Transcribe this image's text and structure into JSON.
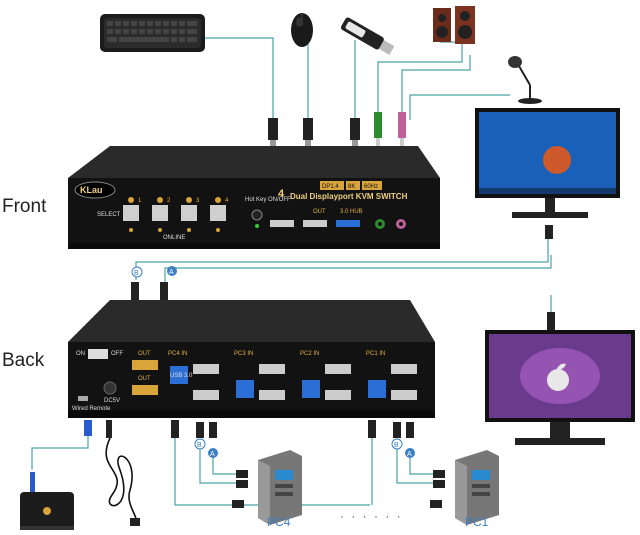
{
  "labels": {
    "front": "Front",
    "back": "Back",
    "pc_left": "PC4",
    "pc_right": "PC1",
    "dots": "· · · · · ·"
  },
  "front_panel": {
    "logo": "KLau",
    "model_tag_1": "DP1.4",
    "model_tag_2": "8K",
    "model_tag_3": "60Hz",
    "title_num": "4",
    "title_line": "Dual Displayport KVM SWITCH",
    "select_label": "SELECT",
    "online_label": "ONLINE",
    "port_numbers": [
      "1",
      "2",
      "3",
      "4"
    ],
    "hotkey_label": "Hot Key ON/OFF",
    "usb_hub_label": "3.0 HUB",
    "out_label": "OUT"
  },
  "back_panel": {
    "on_label": "ON",
    "off_label": "OFF",
    "dc_label": "DC5V",
    "wired_remote_label": "Wired Remote",
    "out_labels": [
      "OUT",
      "OUT"
    ],
    "pc_inputs": [
      "PC4 IN",
      "PC3 IN",
      "PC2 IN",
      "PC1 IN"
    ],
    "usb_label": "USB 3.0"
  },
  "cable_tags": {
    "front_b": "B",
    "front_a": "A",
    "pc4_b": "B",
    "pc4_a": "A",
    "pc1_b": "B",
    "pc1_a": "A"
  },
  "colors": {
    "device_body": "#1c1c1c",
    "panel_face": "#0f0f0f",
    "accent_gold": "#d9a53a",
    "usb_blue": "#2b6fd6",
    "cable_line": "#4aa3a8",
    "pc_label": "#3b7fc4"
  },
  "icons": [
    "keyboard-icon",
    "mouse-icon",
    "usb-drive-icon",
    "speakers-icon",
    "microphone-icon",
    "monitor-icon",
    "pc-tower-icon",
    "wired-remote-icon",
    "power-adapter-icon"
  ]
}
